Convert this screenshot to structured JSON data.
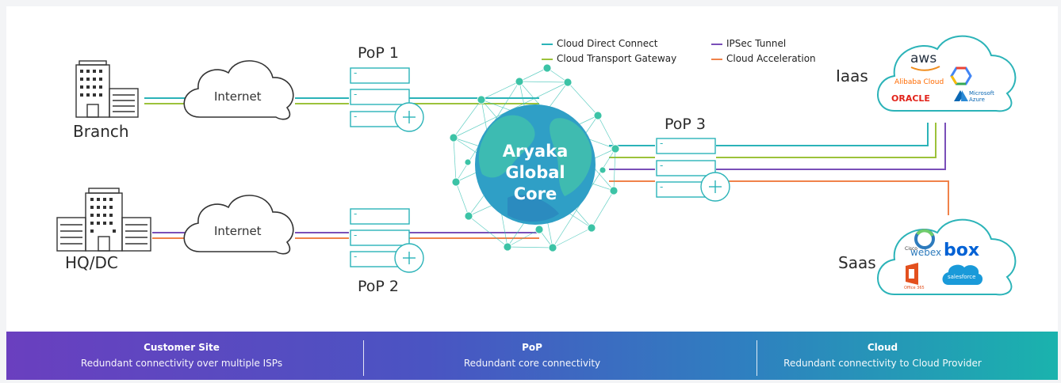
{
  "sites": {
    "branch": "Branch",
    "hq": "HQ/DC"
  },
  "internet": {
    "label": "Internet"
  },
  "pops": {
    "pop1": "PoP 1",
    "pop2": "PoP 2",
    "pop3": "PoP 3"
  },
  "core": {
    "line1": "Aryaka",
    "line2": "Global",
    "line3": "Core"
  },
  "legend": [
    {
      "label": "Cloud Direct Connect",
      "color": "#2bb3b8"
    },
    {
      "label": "Cloud Transport Gateway",
      "color": "#9cc23a"
    },
    {
      "label": "IPSec Tunnel",
      "color": "#7a4fb8"
    },
    {
      "label": "Cloud Acceleration",
      "color": "#f0824a"
    }
  ],
  "clouds": {
    "iaas": "Iaas",
    "saas": "Saas"
  },
  "iaas_logos": {
    "aws": "aws",
    "alibaba": "Alibaba Cloud",
    "oracle": "ORACLE",
    "azure_line1": "Microsoft",
    "azure_line2": "Azure"
  },
  "saas_logos": {
    "cisco": "Cisco",
    "webex": "webex",
    "box": "box",
    "office": "Office 365",
    "salesforce": "salesforce"
  },
  "box_minus": "-",
  "footer": [
    {
      "title": "Customer Site",
      "desc": "Redundant connectivity over multiple ISPs"
    },
    {
      "title": "PoP",
      "desc": "Redundant core connectivity"
    },
    {
      "title": "Cloud",
      "desc": "Redundant connectivity to Cloud Provider"
    }
  ]
}
